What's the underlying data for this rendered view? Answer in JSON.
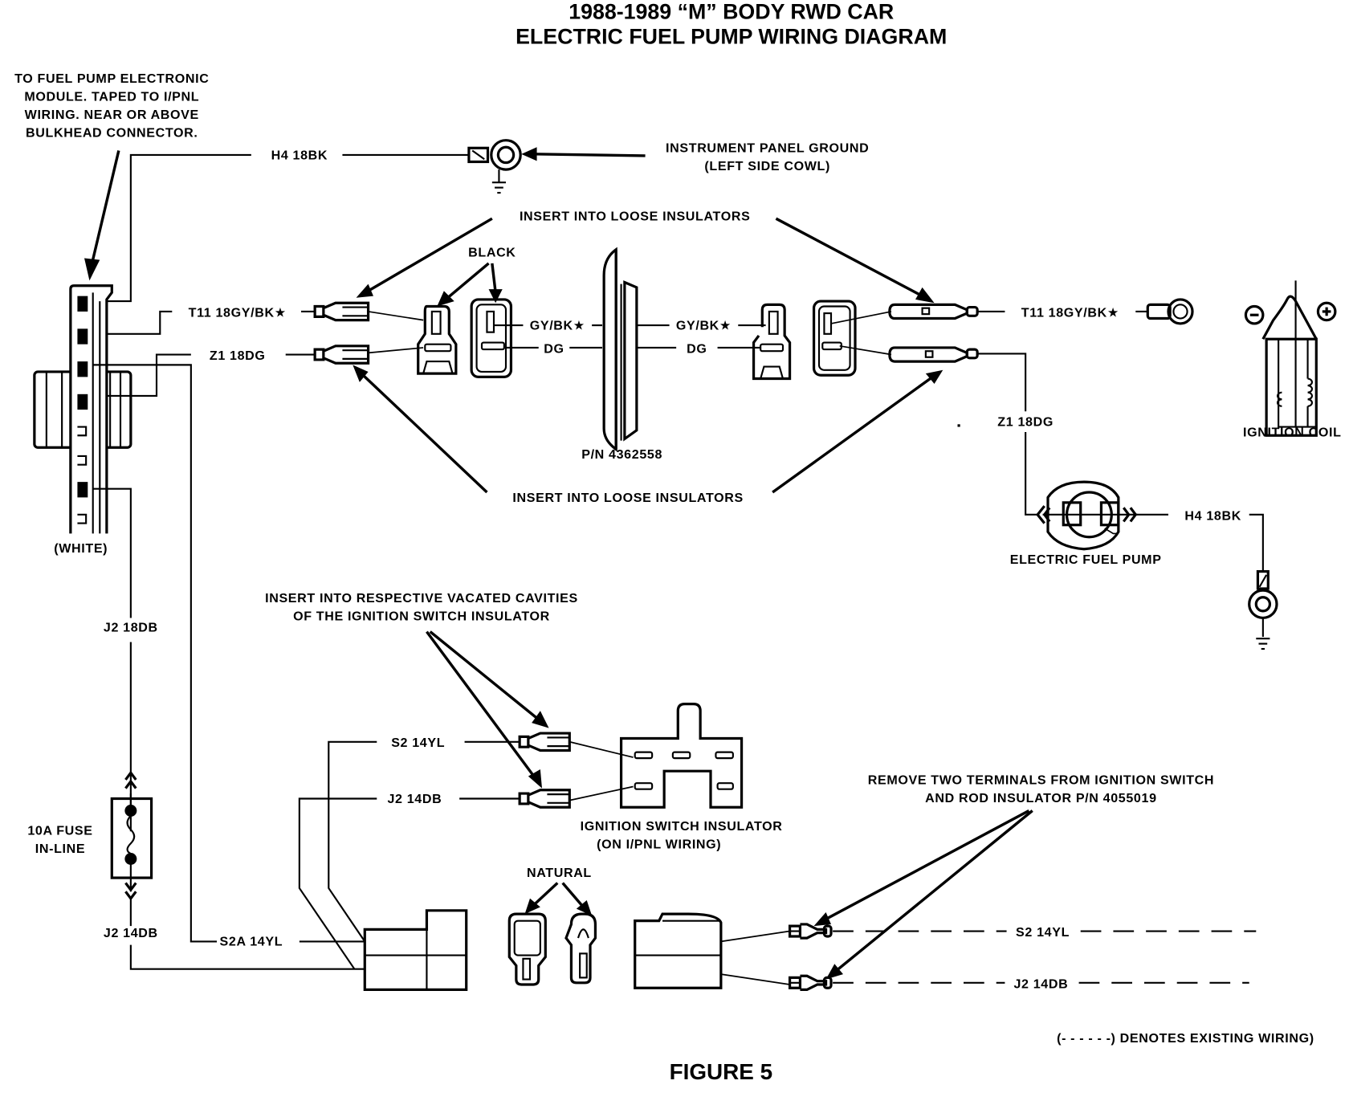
{
  "title": {
    "line1": "1988-1989 “M” BODY RWD CAR",
    "line2": "ELECTRIC FUEL PUMP WIRING DIAGRAM"
  },
  "notes": {
    "module": [
      "TO FUEL PUMP ELECTRONIC",
      "MODULE. TAPED TO I/PNL",
      "WIRING. NEAR OR ABOVE",
      "BULKHEAD CONNECTOR."
    ],
    "module_connector": "(WHITE)",
    "ip_ground": [
      "INSTRUMENT PANEL GROUND",
      "(LEFT SIDE COWL)"
    ],
    "insert_loose_top": "INSERT INTO LOOSE INSULATORS",
    "insert_loose_bottom": "INSERT INTO LOOSE INSULATORS",
    "black": "BLACK",
    "grommet_pn": "P/N 4362558",
    "insert_vacated": [
      "INSERT INTO RESPECTIVE VACATED CAVITIES",
      "OF THE IGNITION SWITCH INSULATOR"
    ],
    "ign_switch_insulator": [
      "IGNITION SWITCH INSULATOR",
      "(ON I/PNL WIRING)"
    ],
    "natural": "NATURAL",
    "remove_terminals": [
      "REMOVE TWO TERMINALS FROM IGNITION SWITCH",
      "AND ROD INSULATOR P/N 4055019"
    ],
    "fuse": [
      "10A FUSE",
      "IN-LINE"
    ],
    "legend": "(- - - - - -) DENOTES EXISTING WIRING)",
    "figure": "FIGURE 5"
  },
  "components": {
    "ignition_coil": "IGNITION COIL",
    "fuel_pump": "ELECTRIC FUEL PUMP",
    "coil_minus": "−",
    "coil_plus": "+"
  },
  "wires": {
    "h4_top": "H4 18BK",
    "t11_left": "T11 18GY/BK★",
    "z1_left": "Z1 18DG",
    "gybk_a": "GY/BK★",
    "dg_a": "DG",
    "gybk_b": "GY/BK★",
    "dg_b": "DG",
    "t11_right": "T11 18GY/BK★",
    "z1_right": "Z1 18DG",
    "h4_pump": "H4 18BK",
    "j2_16": "J2 18DB",
    "j2_14_fuse": "J2 14DB",
    "s2a": "S2A 14YL",
    "s2_insul": "S2 14YL",
    "j2_insul": "J2 14DB",
    "s2_existing": "S2 14YL",
    "j2_existing": "J2 14DB"
  }
}
